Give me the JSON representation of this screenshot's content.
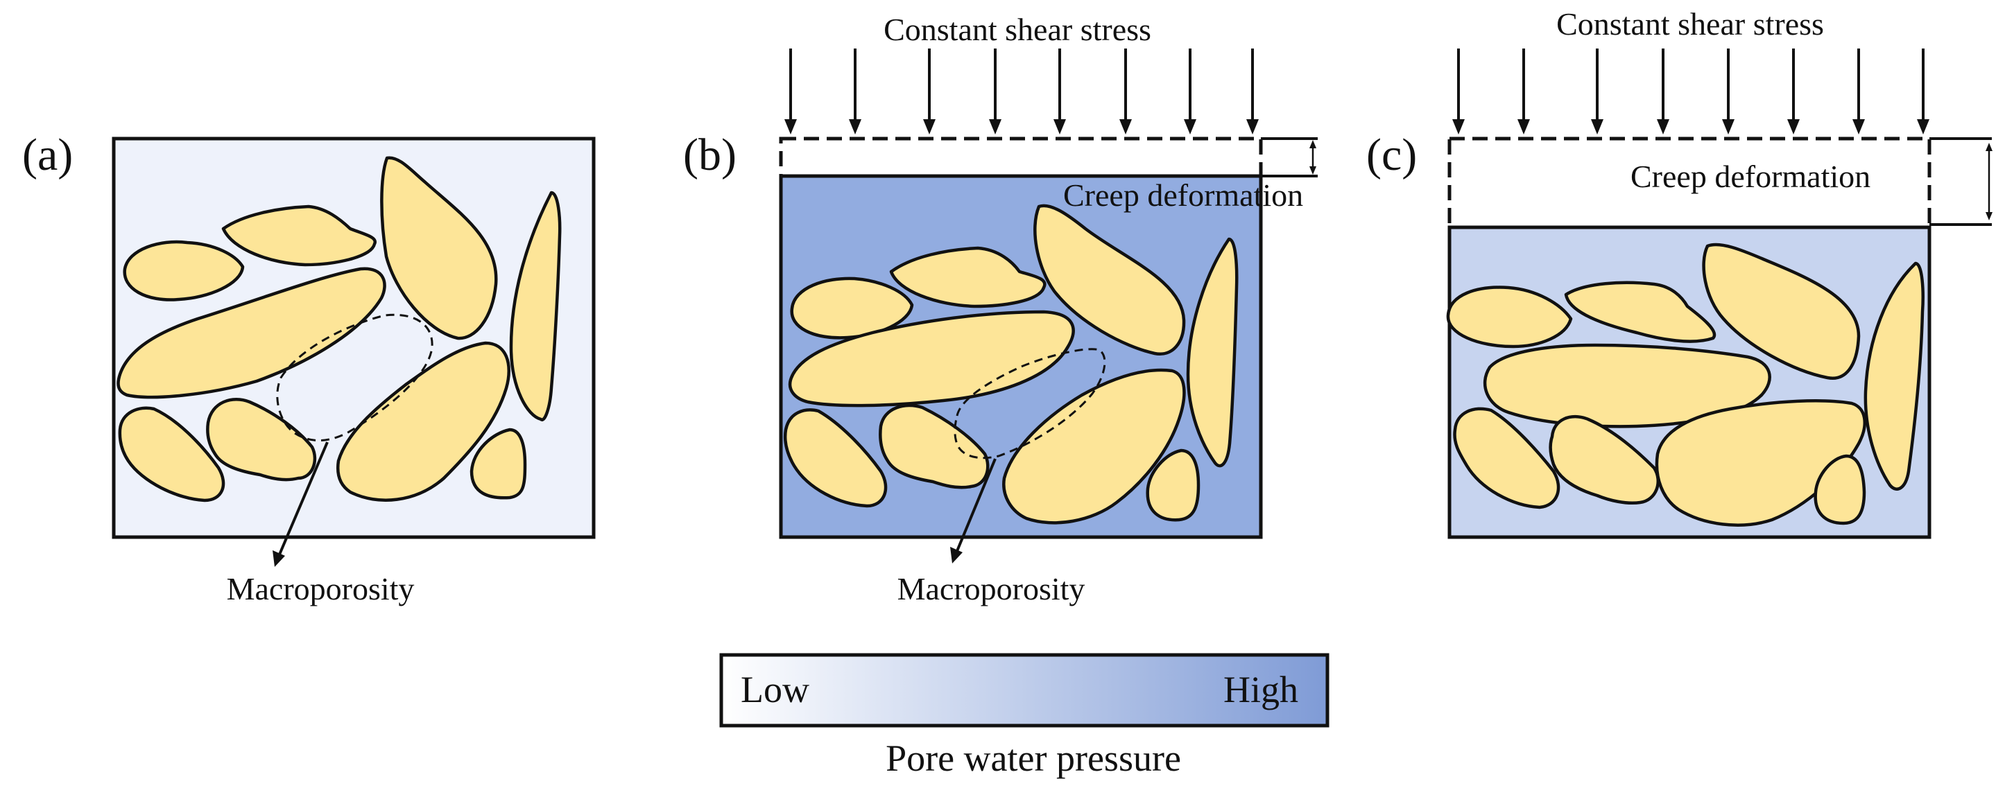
{
  "panels": {
    "a": {
      "label": "(a)",
      "pointer_label": "Macroporosity",
      "fill": "#eef2fb"
    },
    "b": {
      "label": "(b)",
      "stress_label": "Constant shear stress",
      "deformation_label": "Creep deformation",
      "pointer_label": "Macroporosity",
      "fill": "#92ace0"
    },
    "c": {
      "label": "(c)",
      "stress_label": "Constant shear stress",
      "deformation_label": "Creep deformation",
      "fill": "#c7d4ef"
    }
  },
  "legend": {
    "low_label": "Low",
    "high_label": "High",
    "title": "Pore water pressure",
    "color_low": "#ffffff",
    "color_high": "#7f9bd6"
  },
  "colors": {
    "grain": "#fde598"
  }
}
